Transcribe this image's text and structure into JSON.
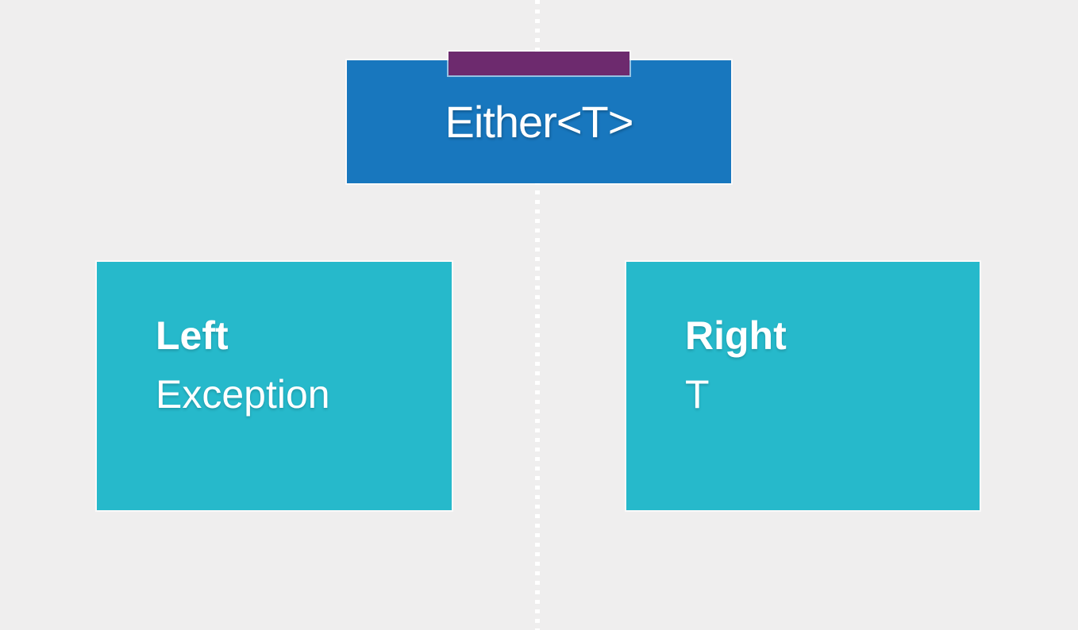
{
  "colors": {
    "background": "#efeeee",
    "root_box": "#1877be",
    "accent_bar": "#6d2a6e",
    "branch_box": "#26b9cb",
    "text": "#ffffff",
    "divider_dots": "#ffffff"
  },
  "diagram": {
    "root": {
      "label": "Either<T>"
    },
    "branches": [
      {
        "name": "Left",
        "type": "Exception"
      },
      {
        "name": "Right",
        "type": "T"
      }
    ]
  }
}
